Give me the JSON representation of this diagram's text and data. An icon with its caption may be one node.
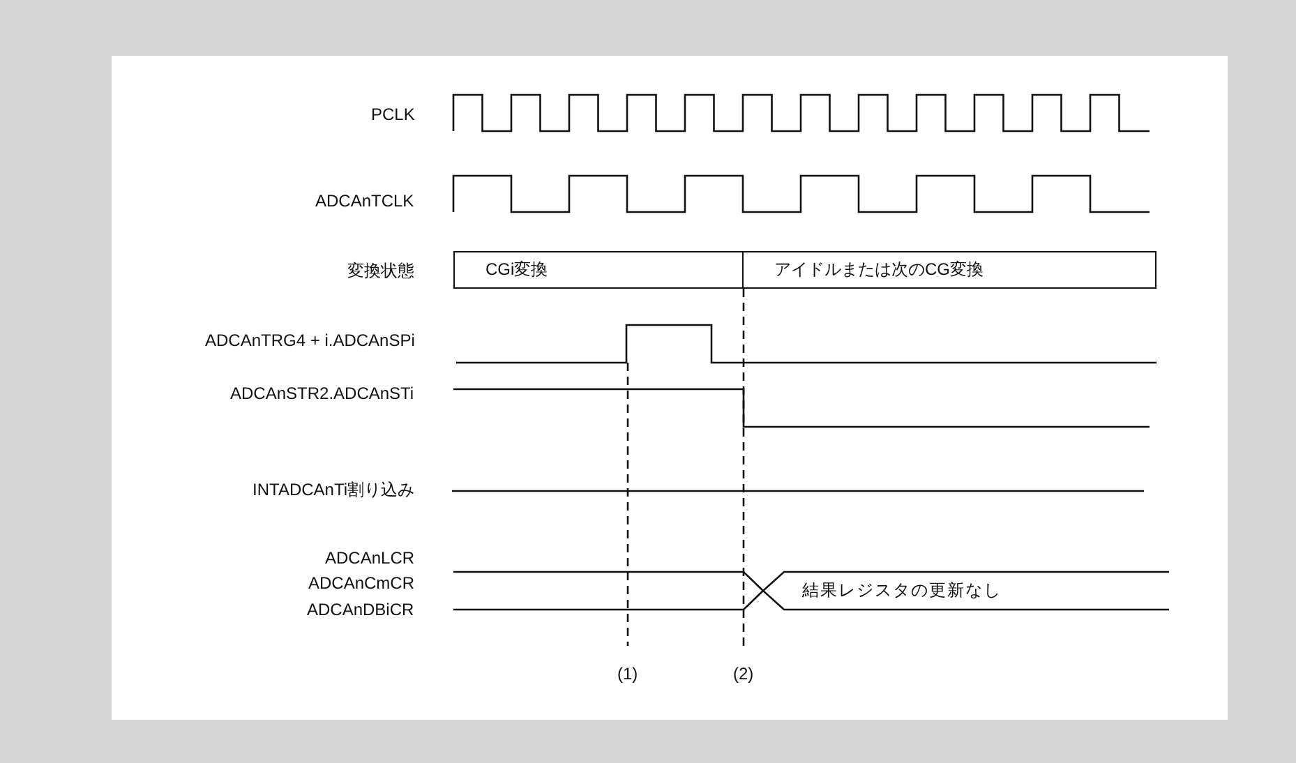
{
  "diagram": {
    "nodes": [
      {
        "text": [
          "CGi変換"
        ]
      },
      {
        "text": [
          "アイドルまたは次のCG変換"
        ]
      },
      {
        "text": [
          "結果レジスタの更新なし"
        ]
      }
    ],
    "labels": [
      "PCLK",
      "ADCAnTCLK",
      "変換状態",
      "ADCAnTRG4 + i.ADCAnSPi",
      "ADCAnSTR2.ADCAnSTi",
      "INTADCAnTi割り込み",
      "ADCAnLCR",
      "ADCAnCmCR",
      "ADCAnDBiCR",
      "(1)",
      "(2)"
    ]
  }
}
